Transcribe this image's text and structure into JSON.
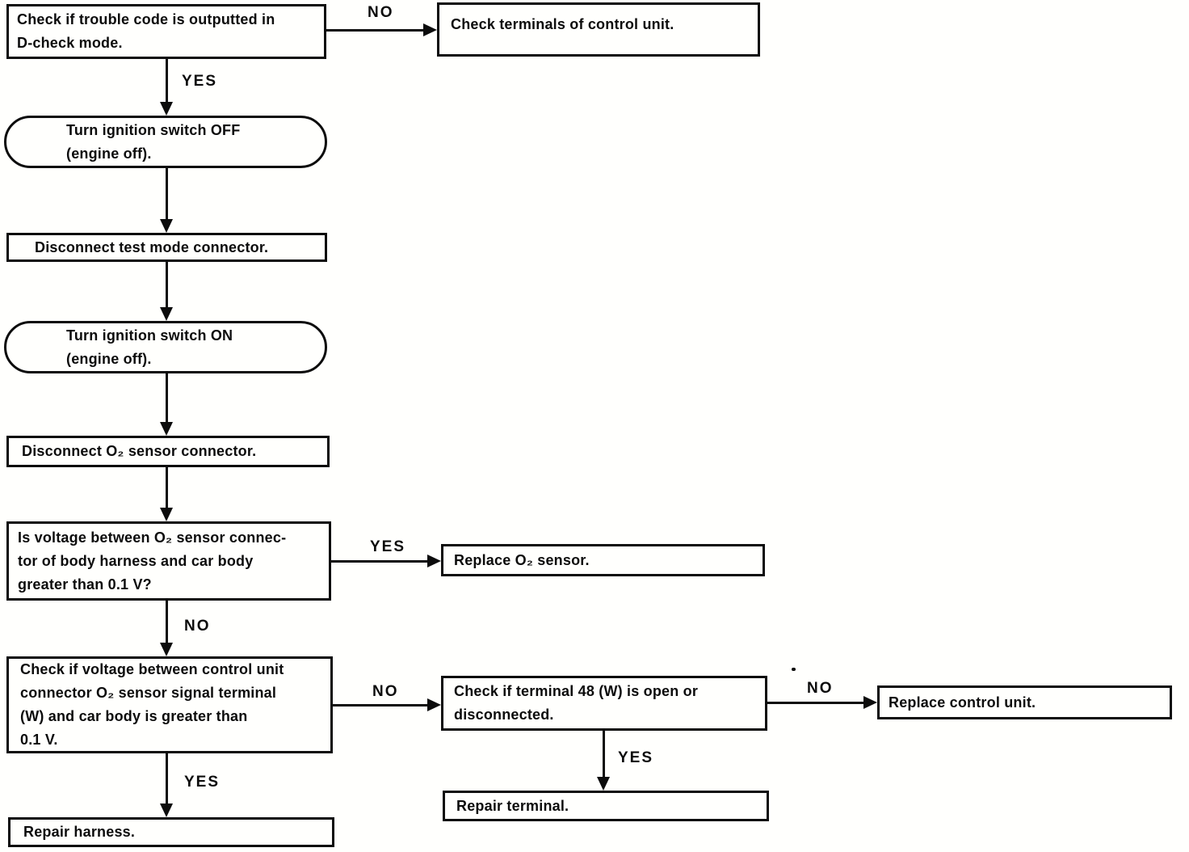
{
  "page": {
    "background": "#fffffd",
    "ink": "#0c0c0c",
    "kind": "diagnostic-flowchart"
  },
  "nodes": {
    "check_trouble_code": {
      "shape": "rect",
      "label": "Check if trouble code is outputted in\nD-check mode."
    },
    "check_terminals": {
      "shape": "rect",
      "label": "Check terminals of control unit."
    },
    "ignition_off": {
      "shape": "stadium",
      "label": "Turn ignition switch OFF\n(engine off)."
    },
    "disconnect_test_mode": {
      "shape": "rect",
      "label": "Disconnect test mode connector."
    },
    "ignition_on": {
      "shape": "stadium",
      "label": "Turn ignition switch ON\n(engine off)."
    },
    "disconnect_o2": {
      "shape": "rect",
      "label": "Disconnect O₂ sensor connector."
    },
    "voltage_body_harness": {
      "shape": "rect",
      "label": "Is voltage between O₂ sensor connec-\ntor of body harness and car body\ngreater than 0.1 V?"
    },
    "replace_o2": {
      "shape": "rect",
      "label": "Replace O₂ sensor."
    },
    "voltage_control_unit": {
      "shape": "rect",
      "label": "Check if voltage between control unit\nconnector O₂ sensor signal terminal\n(W) and car body is greater than\n0.1 V."
    },
    "terminal_48": {
      "shape": "rect",
      "label": "Check if terminal 48 (W) is open or\ndisconnected."
    },
    "replace_control_unit": {
      "shape": "rect",
      "label": "Replace control unit."
    },
    "repair_terminal": {
      "shape": "rect",
      "label": "Repair terminal."
    },
    "repair_harness": {
      "shape": "rect",
      "label": "Repair harness."
    }
  },
  "connectors": {
    "trouble_no": {
      "label": "NO"
    },
    "trouble_yes": {
      "label": "YES"
    },
    "harness_yes": {
      "label": "YES"
    },
    "harness_no": {
      "label": "NO"
    },
    "control_no": {
      "label": "NO"
    },
    "control_yes": {
      "label": "YES"
    },
    "terminal_no": {
      "label": "NO"
    },
    "terminal_yes": {
      "label": "YES"
    }
  }
}
